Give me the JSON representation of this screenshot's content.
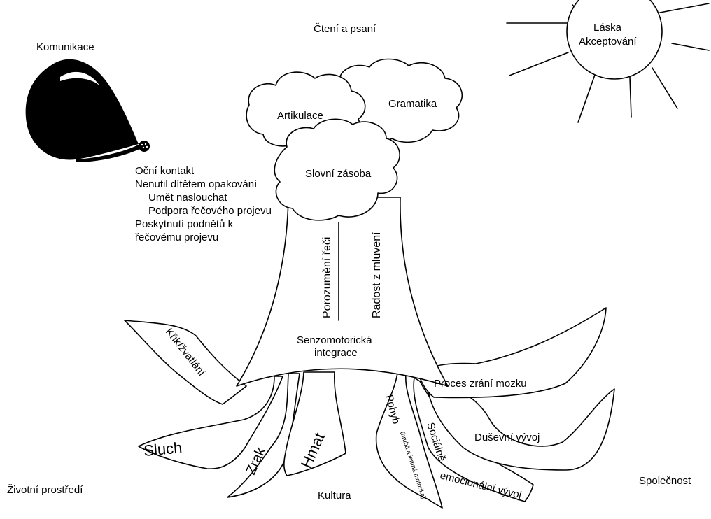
{
  "corners": {
    "top_left": "Komunikace",
    "top_center": "Čtení a psaní",
    "bottom_left": "Životní prostředí",
    "bottom_center": "Kultura",
    "bottom_right": "Společnost"
  },
  "sun": {
    "line1": "Láska",
    "line2": "Akceptování"
  },
  "clouds": {
    "articulation": "Artikulace",
    "grammar": "Gramatika",
    "vocabulary": "Slovní zásoba"
  },
  "trunk": {
    "left": "Porozumění řeči",
    "right": "Radost z mluvení",
    "base_line1": "Senzomotorická",
    "base_line2": "integrace"
  },
  "communication_list": [
    "Oční kontakt",
    "Nenutil dítětem opakování",
    "Umět naslouchat",
    "Podpora řečového projevu",
    "Poskytnutí podnětů k",
    "řečovému projevu"
  ],
  "roots": {
    "cry": "Křik/žvatlání",
    "hearing": "Sluch",
    "sight": "Zrak",
    "touch": "Hmat",
    "movement": "Pohyb",
    "movement_sub": "(hrubá a jemná motorika)",
    "social_1": "Sociálně",
    "social_2": "emocionální vývoj",
    "mental": "Duševní vývoj",
    "brain": "Proces zrání mozku"
  }
}
